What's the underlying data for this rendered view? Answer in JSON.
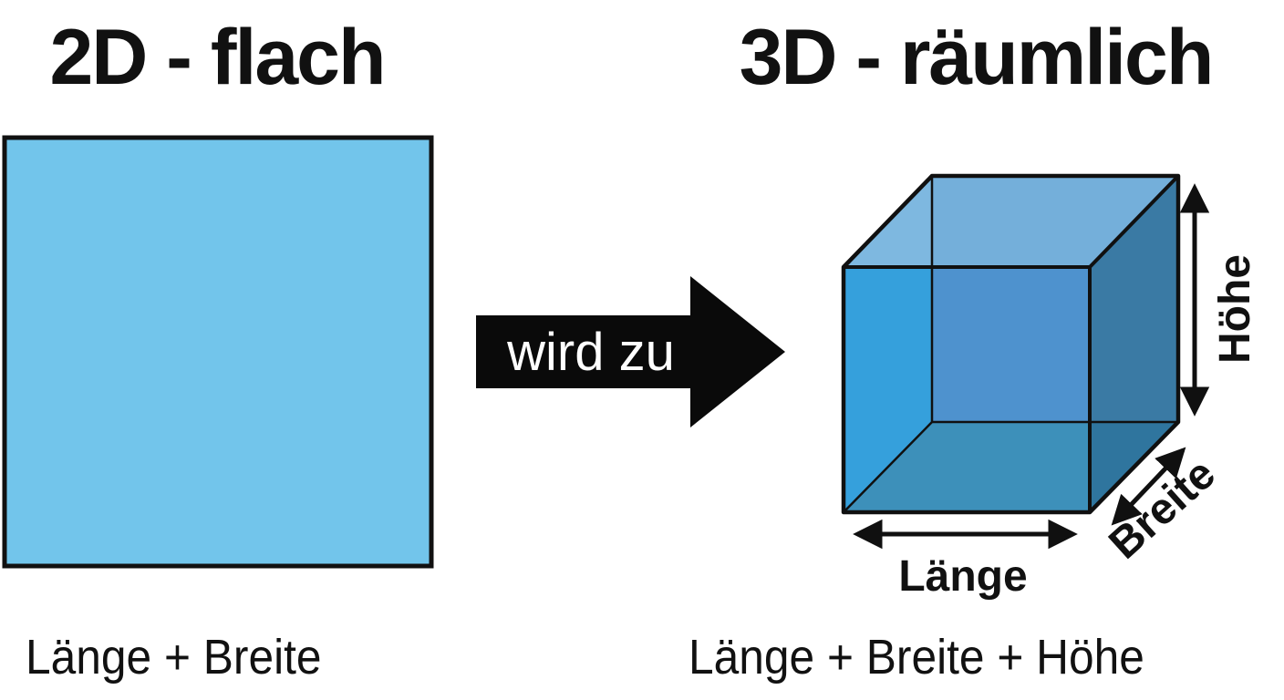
{
  "page": {
    "background": "#FFFFFF",
    "text_color": "#111111"
  },
  "left_panel": {
    "title": "2D - flach",
    "caption": "Länge + Breite",
    "square_color": "#72C5EB",
    "square_edge_color": "#111111"
  },
  "transition_arrow": {
    "label": "wird zu",
    "fill": "#0A0A0A",
    "label_color": "#FFFFFF"
  },
  "right_panel": {
    "title": "3D - räumlich",
    "caption": "Länge + Breite + Höhe"
  },
  "cube": {
    "labels": {
      "length": "Länge",
      "width": "Breite",
      "height": "Höhe"
    },
    "colors": {
      "left_face": "#35A0DC",
      "bottom_face": "#3D90BA",
      "back_face": "#4E92CE",
      "top_face": "#74AFDA",
      "top_corner": "#7EB8E0",
      "right_face": "#3A7AA4",
      "right_face_lower": "#2F759E",
      "edge": "#101010"
    }
  }
}
